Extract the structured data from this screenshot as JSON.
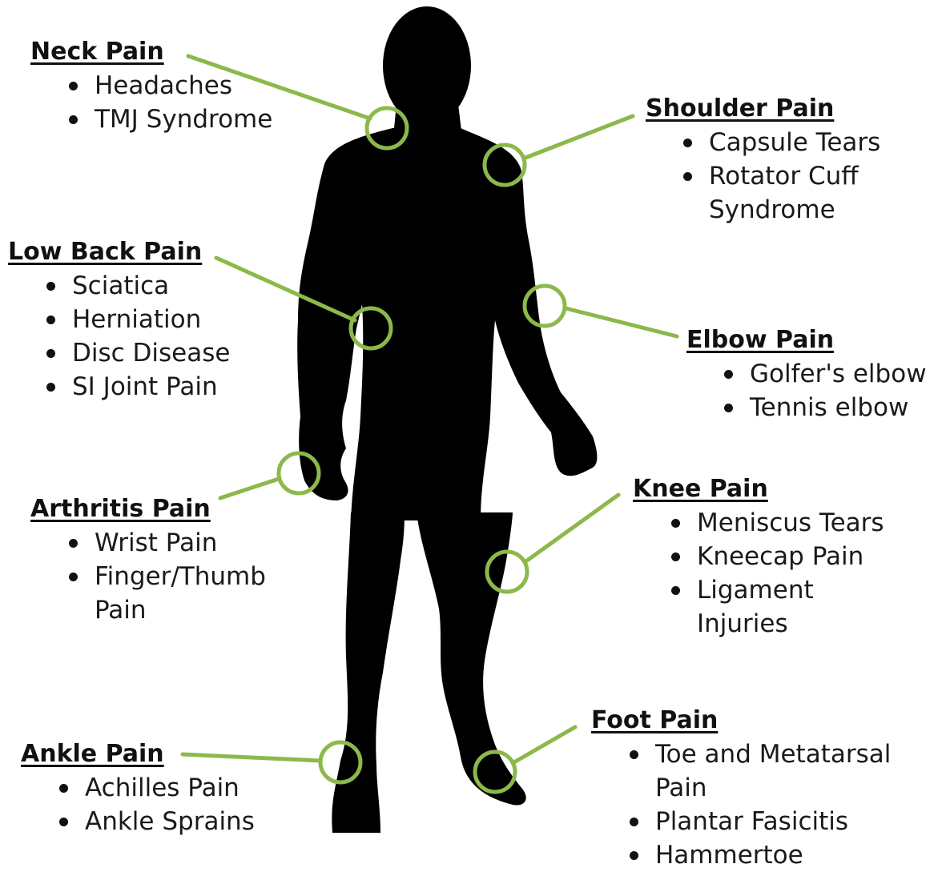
{
  "colors": {
    "silhouette": "#000000",
    "marker": "#8db84a",
    "text": "#111111",
    "background": "#ffffff"
  },
  "regions": [
    {
      "id": "neck",
      "title": "Neck Pain",
      "items": [
        "Headaches",
        "TMJ Syndrome"
      ]
    },
    {
      "id": "shoulder",
      "title": "Shoulder Pain",
      "items": [
        "Capsule Tears",
        "Rotator Cuff Syndrome"
      ]
    },
    {
      "id": "low-back",
      "title": "Low Back Pain",
      "items": [
        "Sciatica",
        "Herniation",
        "Disc Disease",
        "SI Joint Pain"
      ]
    },
    {
      "id": "elbow",
      "title": "Elbow Pain",
      "items": [
        "Golfer's elbow",
        "Tennis elbow"
      ]
    },
    {
      "id": "arthritis",
      "title": "Arthritis Pain",
      "items": [
        "Wrist Pain",
        "Finger/Thumb Pain"
      ]
    },
    {
      "id": "knee",
      "title": "Knee Pain",
      "items": [
        "Meniscus Tears",
        "Kneecap Pain",
        "Ligament Injuries"
      ]
    },
    {
      "id": "ankle",
      "title": "Ankle Pain",
      "items": [
        "Achilles Pain",
        "Ankle Sprains"
      ]
    },
    {
      "id": "foot",
      "title": "Foot Pain",
      "items": [
        "Toe and Metatarsal Pain",
        "Plantar Fasicitis",
        "Hammertoe"
      ]
    }
  ]
}
